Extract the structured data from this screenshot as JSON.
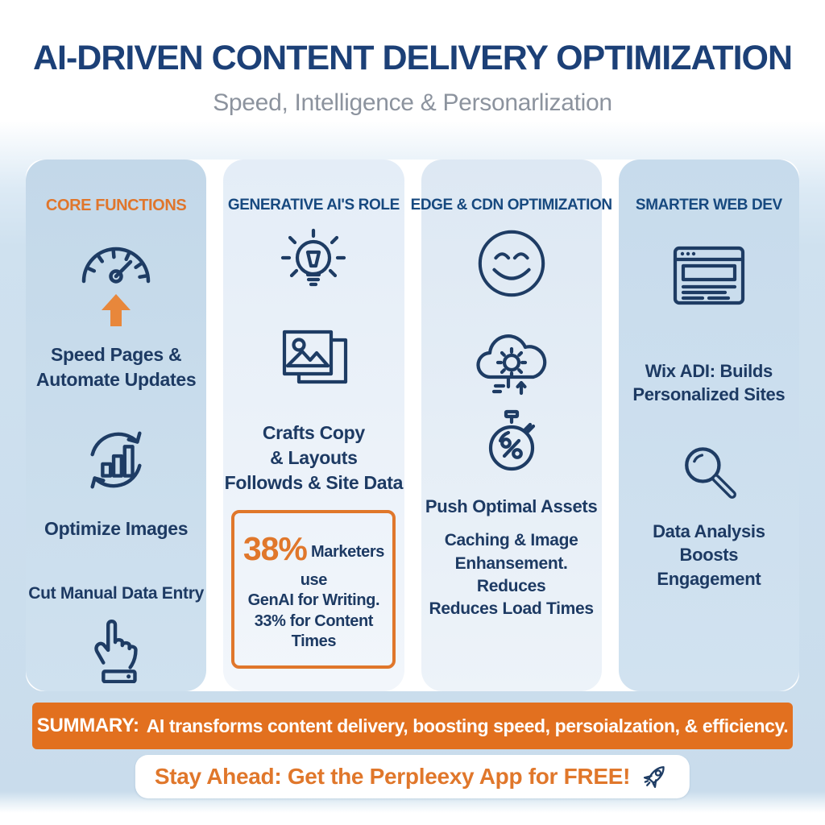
{
  "header": {
    "title": "AI-DRIVEN CONTENT DELIVERY OPTIMIZATION",
    "subtitle": "Speed, Intelligence & Personarlization"
  },
  "columns": [
    {
      "header": "CORE FUNCTIONS",
      "speed_text": "Speed Pages &\nAutomate Updates",
      "optimize_text": "Optimize Images",
      "manual_text": "Cut Manual Data Entry",
      "icons": [
        "speedometer",
        "up-arrow",
        "refresh-bar-chart",
        "hand-cursor"
      ]
    },
    {
      "header": "GENERATIVE AI'S ROLE",
      "crafts_text": "Crafts Copy\n& Layouts\nFollowds & Site Data",
      "stat_box": {
        "value": "38%",
        "text": " Marketers use\nGenAI for Writing.\n33% for Content Times"
      },
      "icons": [
        "lightbulb",
        "image-frames"
      ]
    },
    {
      "header": "EDGE & CDN OPTIMIZATION",
      "push_text": "Push Optimal Assets",
      "caching_text": "Caching & Image\nEnhansement. Reduces\nReduces Load Times",
      "icons": [
        "smiley-face",
        "cloud-gear",
        "stopwatch-percent"
      ]
    },
    {
      "header": "SMARTER WEB DEV",
      "wix_text": "Wix ADI: Builds\nPersonalized Sites",
      "data_text": "Data Analysis\nBoosts\nEngagement",
      "icons": [
        "browser-window",
        "magnifier"
      ]
    }
  ],
  "summary": {
    "label": "SUMMARY:",
    "text": "AI transforms content delivery, boosting speed, persoialzation, & efficiency."
  },
  "footer": {
    "cta_text": "Stay Ahead: Get the Perpleexy App for FREE!",
    "icon": "rocket"
  },
  "colors": {
    "accent_orange": "#E2701F",
    "stat_orange": "#E0772B",
    "header_orange": "#E0762C",
    "navy_heading": "#17497F",
    "navy_text": "#1D3A63",
    "icon_navy": "#1E3C64",
    "title_navy": "#1C4077",
    "subtitle_gray": "#8C939E",
    "panel_blue_dark": "#C8DCEB",
    "panel_blue_light": "#E5EDF7",
    "page_blue": "#CCDEEC"
  }
}
